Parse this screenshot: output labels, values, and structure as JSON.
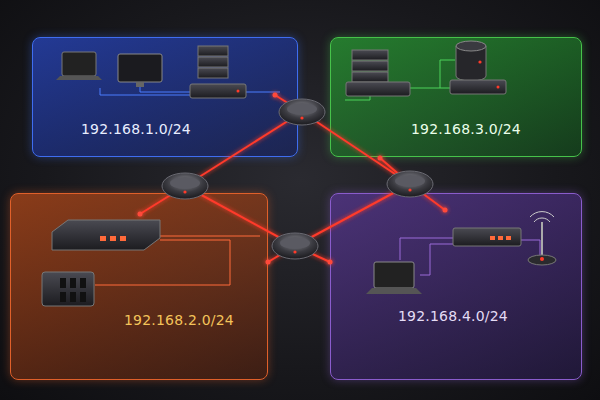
{
  "diagram": {
    "nodes": [
      {
        "text": [
          "192.168.1.0/24"
        ]
      },
      {
        "text": [
          "192.168.3.0/24"
        ]
      },
      {
        "text": [
          "192.168.2.0/24"
        ]
      },
      {
        "text": [
          "192.168.4.0/24"
        ]
      }
    ]
  }
}
